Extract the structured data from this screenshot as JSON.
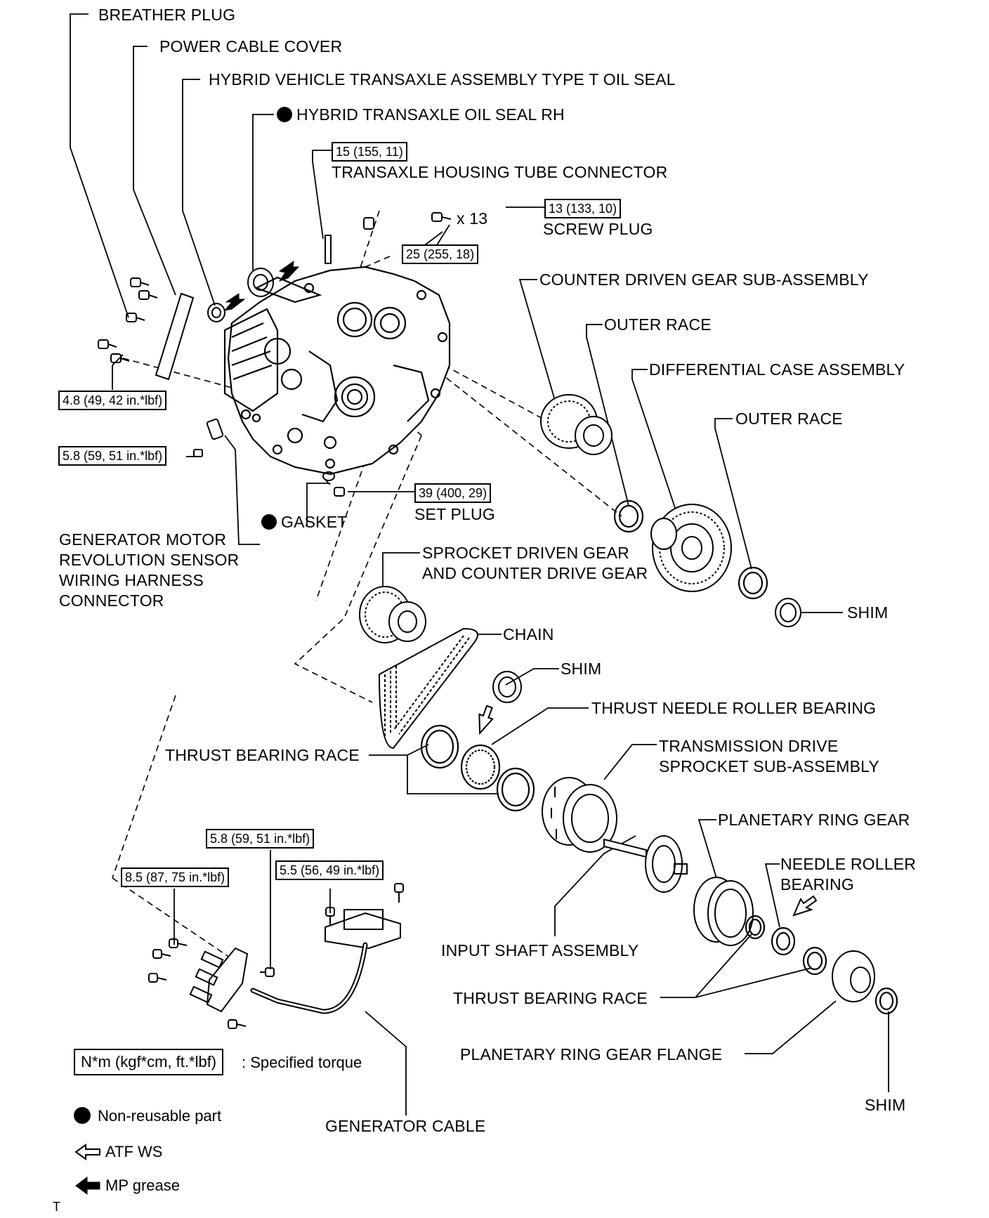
{
  "labels": {
    "breather_plug": "BREATHER PLUG",
    "power_cable_cover": "POWER CABLE COVER",
    "type_t_oil_seal": "HYBRID VEHICLE TRANSAXLE ASSEMBLY TYPE T OIL SEAL",
    "oil_seal_rh": "HYBRID TRANSAXLE OIL SEAL RH",
    "tube_connector": "TRANSAXLE HOUSING TUBE CONNECTOR",
    "screw_plug": "SCREW PLUG",
    "bolt_count": "x 13",
    "counter_driven_gear": "COUNTER DRIVEN GEAR SUB-ASSEMBLY",
    "outer_race_1": "OUTER RACE",
    "differential_case": "DIFFERENTIAL CASE ASSEMBLY",
    "outer_race_2": "OUTER RACE",
    "gasket": "GASKET",
    "set_plug": "SET PLUG",
    "gen_sensor_1": "GENERATOR MOTOR",
    "gen_sensor_2": "REVOLUTION SENSOR",
    "gen_sensor_3": "WIRING HARNESS",
    "gen_sensor_4": "CONNECTOR",
    "sprocket_1": "SPROCKET DRIVEN GEAR",
    "sprocket_2": "AND COUNTER DRIVE GEAR",
    "shim_1": "SHIM",
    "chain": "CHAIN",
    "shim_2": "SHIM",
    "thrust_needle": "THRUST NEEDLE ROLLER BEARING",
    "thrust_race_1": "THRUST BEARING RACE",
    "drive_sprocket_1": "TRANSMISSION DRIVE",
    "drive_sprocket_2": "SPROCKET SUB-ASSEMBLY",
    "planetary_ring": "PLANETARY RING GEAR",
    "needle_roller_1": "NEEDLE ROLLER",
    "needle_roller_2": "BEARING",
    "input_shaft": "INPUT SHAFT ASSEMBLY",
    "thrust_race_2": "THRUST BEARING RACE",
    "ring_flange": "PLANETARY RING GEAR FLANGE",
    "shim_3": "SHIM",
    "generator_cable": "GENERATOR CABLE",
    "corner_mark": "T"
  },
  "torque": {
    "tube_connector": "15 (155, 11)",
    "screw_plug": "13 (133, 10)",
    "housing_bolts": "25 (255, 18)",
    "cover_bolts": "4.8 (49, 42 in.*lbf)",
    "sensor_bolt": "5.8 (59, 51 in.*lbf)",
    "set_plug": "39 (400, 29)",
    "cable_bolt_a": "5.8 (59, 51 in.*lbf)",
    "cable_bolt_b": "8.5 (87, 75 in.*lbf)",
    "cable_bolt_c": "5.5 (56, 49 in.*lbf)"
  },
  "legend": {
    "torque_unit": "N*m (kgf*cm, ft.*lbf)",
    "torque_desc": ": Specified torque",
    "non_reusable": "Non-reusable part",
    "atf": "ATF WS",
    "grease": "MP grease"
  },
  "icons": {
    "non_reusable": "filled-circle-icon",
    "atf": "hollow-arrow-icon",
    "grease": "solid-arrow-icon"
  }
}
